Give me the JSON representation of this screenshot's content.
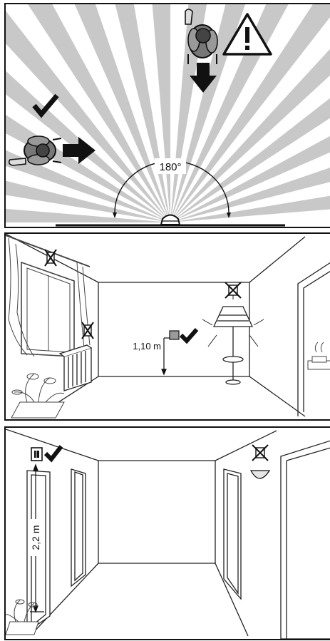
{
  "panel_1": {
    "angle_label": "180°",
    "colors": {
      "rays": "#c8c8c8",
      "ink": "#111111",
      "figure": "#777777"
    },
    "icons": [
      "person-moving-toward-sensor-icon",
      "warning-triangle-icon",
      "arrow-down-icon",
      "checkmark-icon",
      "person-moving-across-icon",
      "arrow-right-icon",
      "motion-sensor-icon"
    ]
  },
  "panel_2": {
    "height_label": "1,10 m",
    "icons": [
      "not-allowed-icon",
      "checkmark-icon",
      "sensor-box-icon",
      "floor-lamp-icon",
      "radiator-icon",
      "window-icon",
      "plant-icon",
      "stove-pot-icon"
    ]
  },
  "panel_3": {
    "height_label": "2,2 m",
    "icons": [
      "wall-switch-icon",
      "checkmark-icon",
      "not-allowed-icon",
      "ceiling-sensor-icon",
      "door-icon",
      "plant-icon"
    ]
  }
}
